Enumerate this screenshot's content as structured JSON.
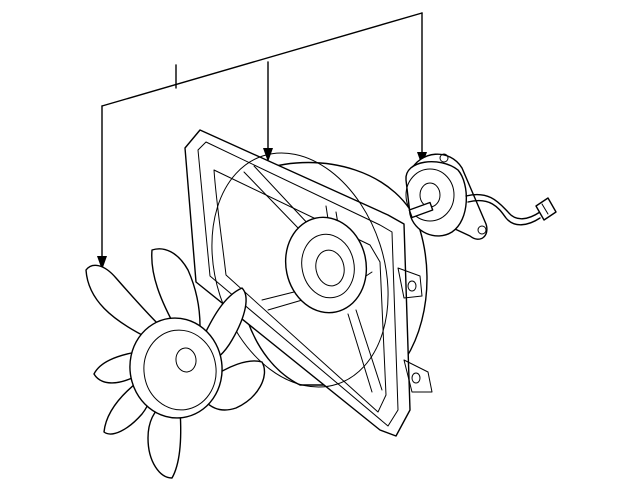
{
  "diagram": {
    "type": "exploded-parts-illustration",
    "callouts": 3,
    "parts": [
      {
        "id": "fan-blade",
        "icon": "fan-blade-icon"
      },
      {
        "id": "fan-shroud",
        "icon": "shroud-icon"
      },
      {
        "id": "fan-motor",
        "icon": "motor-icon"
      }
    ],
    "colors": {
      "line": "#000000",
      "background": "#ffffff"
    }
  }
}
